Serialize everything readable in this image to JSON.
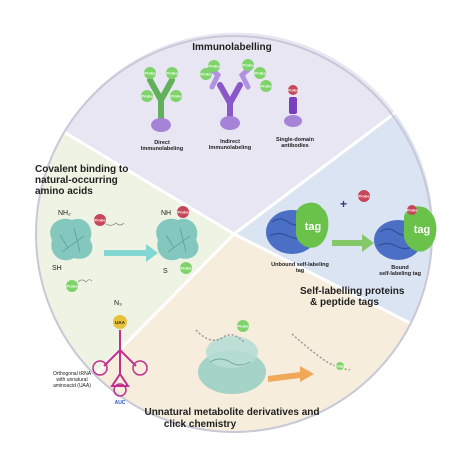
{
  "colors": {
    "immuno_sector": "#e8e6f2",
    "self_label_sector": "#d8e2f2",
    "unnatural_sector": "#f6eddc",
    "covalent_sector": "#eef3e4",
    "border": "#b8b8c8",
    "probe_green": "#7fd36b",
    "probe_red": "#c7475a",
    "protein_teal": "#84c7be",
    "tag_green": "#6ac24a",
    "protein_blue": "#4a6fc4",
    "antibody_purple": "#8a57c8",
    "uaa_yellow": "#e8c23a",
    "trna_magenta": "#c0308f",
    "arrow_teal": "#6fd1cf",
    "arrow_orange": "#f0a04a",
    "arrow_green": "#7cc45a"
  },
  "icons": [
    "antibody-icon",
    "probe-icon",
    "protein-icon",
    "tag-icon",
    "trna-icon",
    "ribosome-icon",
    "arrow-icon"
  ],
  "immuno": {
    "title": "Immunolabelling",
    "direct": "Direct\nImmunolabeling",
    "indirect": "Indirect\nImmunolabeling",
    "single": "Single-domain\nantibodies"
  },
  "covalent": {
    "title": "Covalent binding to\nnatural-occurring\namino acids",
    "nh2": "NH₂",
    "sh": "SH",
    "nh": "NH",
    "s": "S"
  },
  "self_label": {
    "title": "Self-labelling proteins\n& peptide tags",
    "unbound": "Unbound self-labeling\ntag",
    "bound": "Bound\nself-labeling tag",
    "tag": "tag",
    "plus": "+"
  },
  "unnatural": {
    "title": "Unnatural metabolite derivatives and\nclick chemistry",
    "trna_label": "Orthogonal tRNA\nwith unnatural\naminoacid (UAA)",
    "uaa": "UAA",
    "n3": "N₃",
    "auc": "AUC"
  },
  "probe_label": "Probe"
}
